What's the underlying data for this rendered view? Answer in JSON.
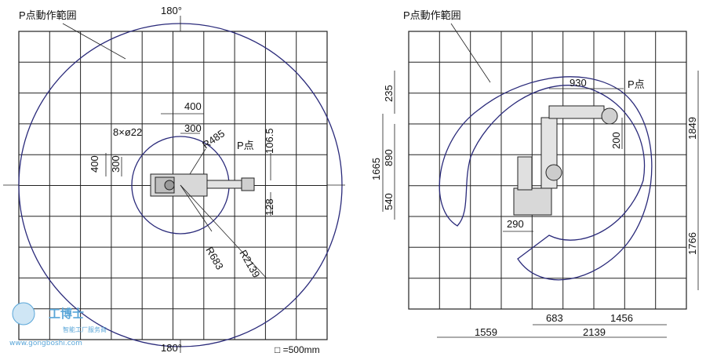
{
  "left": {
    "title": "P点動作範囲",
    "angle_top": "180°",
    "angle_bottom": "180°",
    "dims": {
      "d400_top": "400",
      "d300_top": "300",
      "holes": "8×ø22",
      "r485": "R485",
      "p_point": "P点",
      "d106_5": "106.5",
      "d400_side": "400",
      "d300_side": "300",
      "d128": "128",
      "r683": "R683",
      "r2139": "R2139"
    },
    "scale_note": "□ =500mm"
  },
  "right": {
    "title": "P点動作範囲",
    "dims": {
      "d930": "930",
      "p_point": "P点",
      "d235": "235",
      "d1665": "1665",
      "d890": "890",
      "d540": "540",
      "d200": "200",
      "d1849": "1849",
      "d1766": "1766",
      "d290": "290",
      "d683": "683",
      "d1456": "1456",
      "d1559": "1559",
      "d2139": "2139"
    }
  },
  "watermark": {
    "brand": "工博士",
    "tagline": "智能工厂服务商",
    "url": "www.gongboshi.com"
  }
}
